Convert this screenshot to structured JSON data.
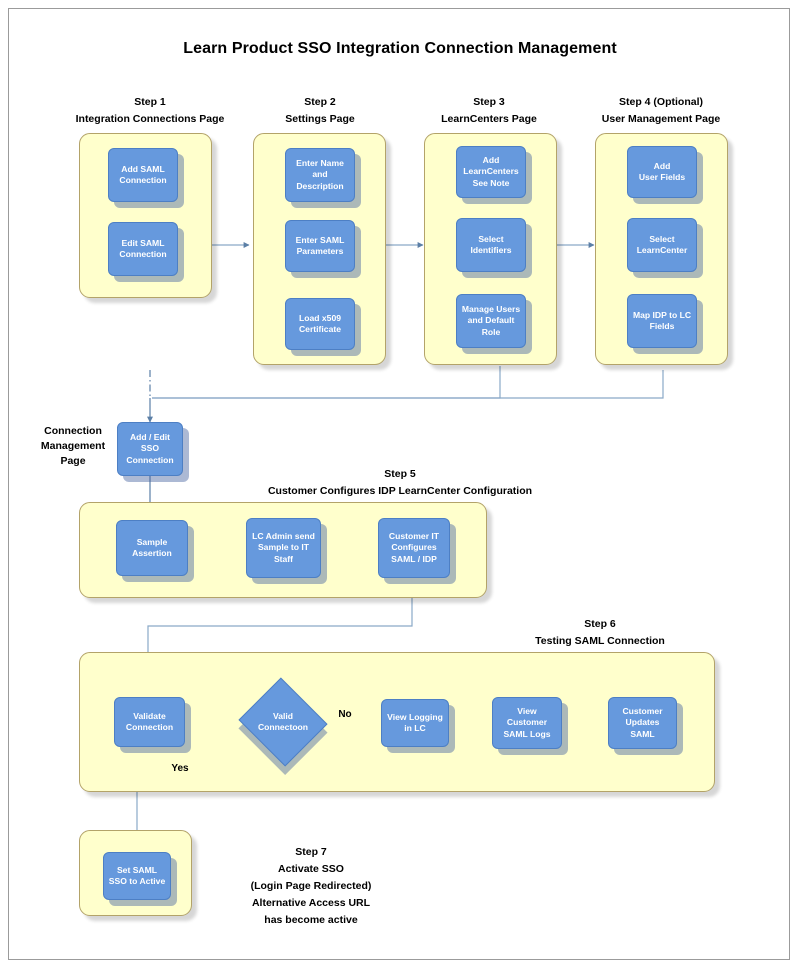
{
  "page": {
    "title": "Learn Product SSO Integration Connection Management"
  },
  "steps": [
    {
      "id": "step1",
      "number": "Step 1",
      "page_label": "Integration Connections Page"
    },
    {
      "id": "step2",
      "number": "Step 2",
      "page_label": "Settings Page"
    },
    {
      "id": "step3",
      "number": "Step 3",
      "page_label": "LearnCenters Page"
    },
    {
      "id": "step4",
      "number": "Step 4 (Optional)",
      "page_label": "User Management Page"
    },
    {
      "id": "step5",
      "number": "Step 5",
      "page_label": "Customer Configures IDP LearnCenter Configuration"
    },
    {
      "id": "step6",
      "number": "Step 6",
      "page_label": "Testing SAML Connection"
    }
  ],
  "labels": {
    "connection_management_page": "Connection\nManagement\nPage",
    "step7_block": "Step 7\nActivate SSO\n(Login Page Redirected)\nAlternative Access URL\nhas become active"
  },
  "nodes": {
    "add_saml_connection": "Add SAML\nConnection",
    "edit_saml_connection": "Edit SAML\nConnection",
    "enter_name_desc": "Enter Name\nand\nDescription",
    "enter_saml_params": "Enter SAML\nParameters",
    "load_x509": "Load x509\nCertificate",
    "add_learncenters": "Add\nLearnCenters\nSee Note",
    "select_identifiers": "Select\nIdentifiers",
    "manage_users_role": "Manage Users\nand Default\nRole",
    "add_user_fields": "Add\nUser Fields",
    "select_learncenter": "Select\nLearnCenter",
    "map_idp_lc_fields": "Map IDP to LC\nFields",
    "add_edit_sso": "Add / Edit\nSSO\nConnection",
    "sample_assertion": "Sample\nAssertion",
    "lc_admin_send": "LC Admin send\nSample to IT\nStaff",
    "customer_it_configures": "Customer IT\nConfigures\nSAML / IDP",
    "validate_connection": "Validate\nConnection",
    "valid_connection": "Valid\nConnectoon",
    "view_logging_lc": "View Logging\nin LC",
    "view_customer_logs": "View\nCustomer\nSAML Logs",
    "customer_updates_saml": "Customer\nUpdates\nSAML",
    "set_saml_active": "Set SAML\nSSO to Active"
  },
  "edges": {
    "no_label": "No",
    "yes_label": "Yes"
  },
  "colors": {
    "node_fill": "#6699dd",
    "node_stroke": "#4d7fc4",
    "group_fill": "#ffffcc",
    "group_stroke": "#b3a369",
    "connector": "#5b7fa6",
    "page_background": "#ffffff",
    "text_dark": "#000000",
    "node_text": "#ffffff"
  }
}
